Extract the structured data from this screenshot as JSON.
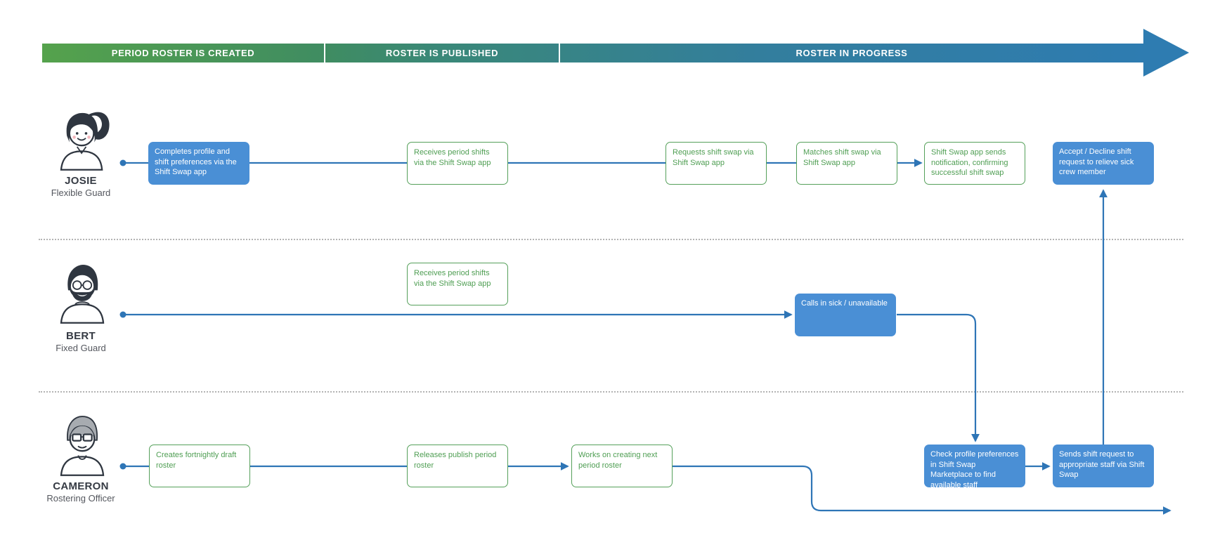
{
  "header": {
    "phases": [
      {
        "label": "PERIOD ROSTER IS CREATED"
      },
      {
        "label": "ROSTER IS PUBLISHED"
      },
      {
        "label": "ROSTER IN PROGRESS"
      }
    ]
  },
  "lanes": [
    {
      "name": "JOSIE",
      "role": "Flexible Guard",
      "steps": [
        {
          "text": "Completes profile and shift preferences via the Shift Swap app",
          "type": "blue"
        },
        {
          "text": "Receives period shifts via the Shift Swap app",
          "type": "green"
        },
        {
          "text": "Requests shift swap via Shift Swap app",
          "type": "green"
        },
        {
          "text": "Matches shift swap via Shift Swap app",
          "type": "green"
        },
        {
          "text": "Shift Swap app sends notification, confirming successful shift swap",
          "type": "green"
        },
        {
          "text": "Accept / Decline shift request to relieve sick crew member",
          "type": "blue"
        }
      ]
    },
    {
      "name": "BERT",
      "role": "Fixed Guard",
      "steps": [
        {
          "text": "Receives period shifts via the Shift Swap app",
          "type": "green"
        },
        {
          "text": "Calls in sick / unavailable",
          "type": "blue"
        }
      ]
    },
    {
      "name": "CAMERON",
      "role": "Rostering Officer",
      "steps": [
        {
          "text": "Creates fortnightly draft roster",
          "type": "green"
        },
        {
          "text": "Releases publish period roster",
          "type": "green"
        },
        {
          "text": "Works on creating next period roster",
          "type": "green"
        },
        {
          "text": "Check profile preferences in Shift Swap Marketplace to find available staff",
          "type": "blue"
        },
        {
          "text": "Sends shift request to appropriate staff via Shift Swap",
          "type": "blue"
        }
      ]
    }
  ],
  "colors": {
    "phase_green": "#55a24c",
    "phase_teal": "#3a8878",
    "phase_blue": "#2e7cb1",
    "task_blue": "#4a8fd5",
    "task_green": "#4f9e53",
    "connector_blue": "#2e75b6"
  }
}
